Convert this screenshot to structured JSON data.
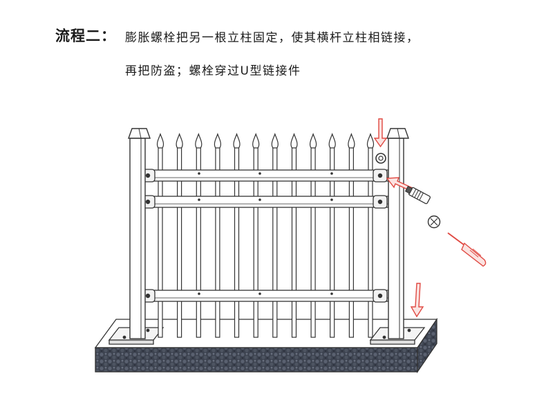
{
  "header": {
    "step_label": "流程二：",
    "line1": "膨胀螺栓把另一根立柱固定，使其横杆立柱相链接，",
    "line2": "再把防盗；螺栓穿过U型链接件"
  },
  "diagram": {
    "picket_count": 12,
    "rail_count": 3,
    "colors": {
      "stroke": "#333333",
      "arrow": "#e04a43",
      "arrow_fill": "#fbe3e1",
      "base_dark": "#3d4350",
      "base_mid": "#5a6170"
    },
    "parts": [
      "expansion-bolt-icon",
      "u-connector-icon",
      "screwdriver-icon"
    ]
  }
}
